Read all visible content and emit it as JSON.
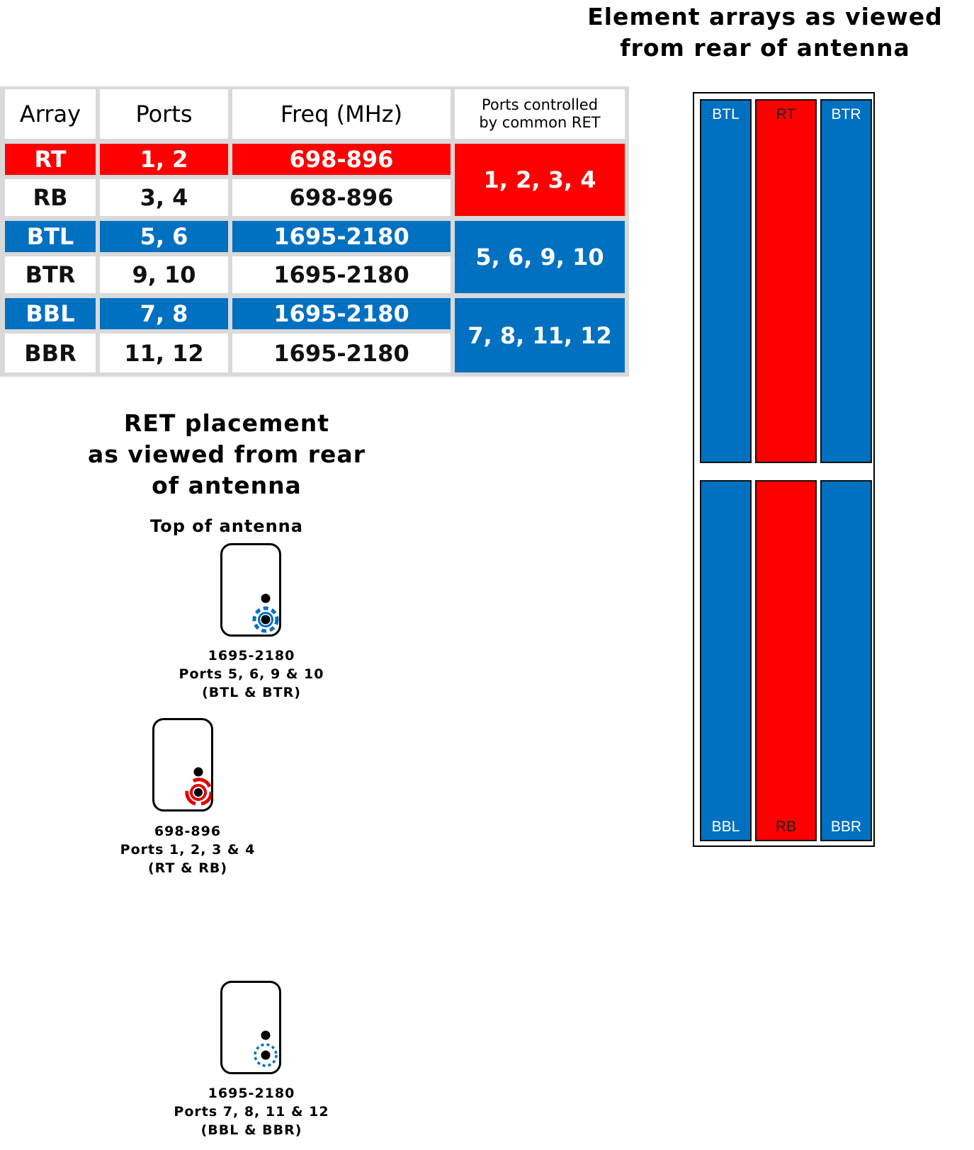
{
  "titles": {
    "element_arrays": [
      "Element arrays as viewed",
      "from rear of antenna"
    ],
    "ret_placement": [
      "RET placement",
      "as viewed from rear",
      "of antenna"
    ],
    "top_of_antenna": "Top of antenna"
  },
  "table": {
    "headers": {
      "array": "Array",
      "ports": "Ports",
      "freq": "Freq (MHz)",
      "controlled": [
        "Ports controlled",
        "by common RET"
      ]
    },
    "rows": [
      {
        "array": "RT",
        "ports": "1, 2",
        "freq": "698-896",
        "color": "red"
      },
      {
        "array": "RB",
        "ports": "3, 4",
        "freq": "698-896",
        "color": "white"
      },
      {
        "array": "BTL",
        "ports": "5, 6",
        "freq": "1695-2180",
        "color": "blue"
      },
      {
        "array": "BTR",
        "ports": "9, 10",
        "freq": "1695-2180",
        "color": "white"
      },
      {
        "array": "BBL",
        "ports": "7, 8",
        "freq": "1695-2180",
        "color": "blue"
      },
      {
        "array": "BBR",
        "ports": "11, 12",
        "freq": "1695-2180",
        "color": "white"
      }
    ],
    "common_ret": [
      {
        "ports": "1, 2, 3, 4",
        "color": "red"
      },
      {
        "ports": "5, 6, 9, 10",
        "color": "blue"
      },
      {
        "ports": "7, 8, 11, 12",
        "color": "blue"
      }
    ]
  },
  "arrays": {
    "top": [
      "BTL",
      "RT",
      "BTR"
    ],
    "bottom": [
      "BBL",
      "RB",
      "BBR"
    ]
  },
  "rets": [
    {
      "freq": "1695-2180",
      "ports": "Ports 5, 6, 9 & 10",
      "arrays": "(BTL & BTR)",
      "color": "#0070c0"
    },
    {
      "freq": "698-896",
      "ports": "Ports 1, 2, 3 & 4",
      "arrays": "(RT & RB)",
      "color": "#e00000"
    },
    {
      "freq": "1695-2180",
      "ports": "Ports 7, 8, 11 & 12",
      "arrays": "(BBL & BBR)",
      "color": "#0070c0"
    }
  ],
  "colors": {
    "red": "#ff0000",
    "blue": "#0070c0"
  }
}
